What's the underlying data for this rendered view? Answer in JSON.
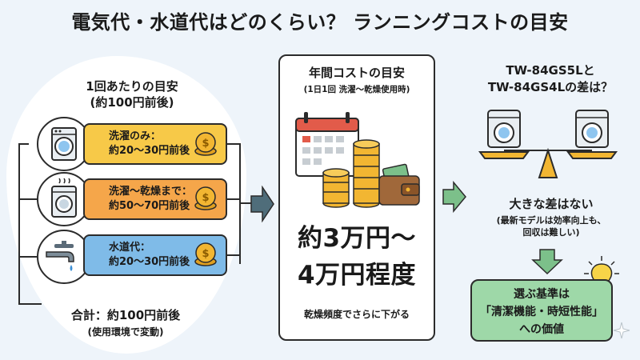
{
  "title": "電気代・水道代はどのくらい？ ランニングコストの目安",
  "per_cycle": {
    "heading_line1": "1回あたりの目安",
    "heading_line2": "(約100円前後)",
    "items": [
      {
        "icon": "washing-machine-icon",
        "label": "洗濯のみ：",
        "value": "約20～30円前後",
        "color": "#f7c948"
      },
      {
        "icon": "washer-dryer-icon",
        "label": "洗濯～乾燥まで：",
        "value": "約50～70円前後",
        "color": "#f5a64a"
      },
      {
        "icon": "water-faucet-icon",
        "label": "水道代：",
        "value": "約20～30円前後",
        "color": "#7fbbe8"
      }
    ],
    "total": "合計：約100円前後",
    "total_note": "(使用環境で変動)"
  },
  "annual": {
    "heading": "年間コストの目安",
    "subheading": "(1日1回 洗濯～乾燥使用時)",
    "amount_line1": "約3万円～",
    "amount_line2": "4万円程度",
    "note": "乾燥頻度でさらに下がる"
  },
  "comparison": {
    "heading_line1": "TW-84GS5Lと",
    "heading_line2": "TW-84GS4Lの差は？",
    "result": "大きな差はない",
    "result_note_line1": "(最新モデルは効率向上も、",
    "result_note_line2": "回収は難しい)",
    "criteria_line1": "選ぶ基準は",
    "criteria_line2": "「清潔機能・時短性能」",
    "criteria_line3": "への価値"
  },
  "colors": {
    "background": "#eef4fa",
    "arrow": "#4f6d7a",
    "arrow_green": "#7cc08a",
    "coin": "#f2b632",
    "card_green": "#9ed8a8"
  }
}
